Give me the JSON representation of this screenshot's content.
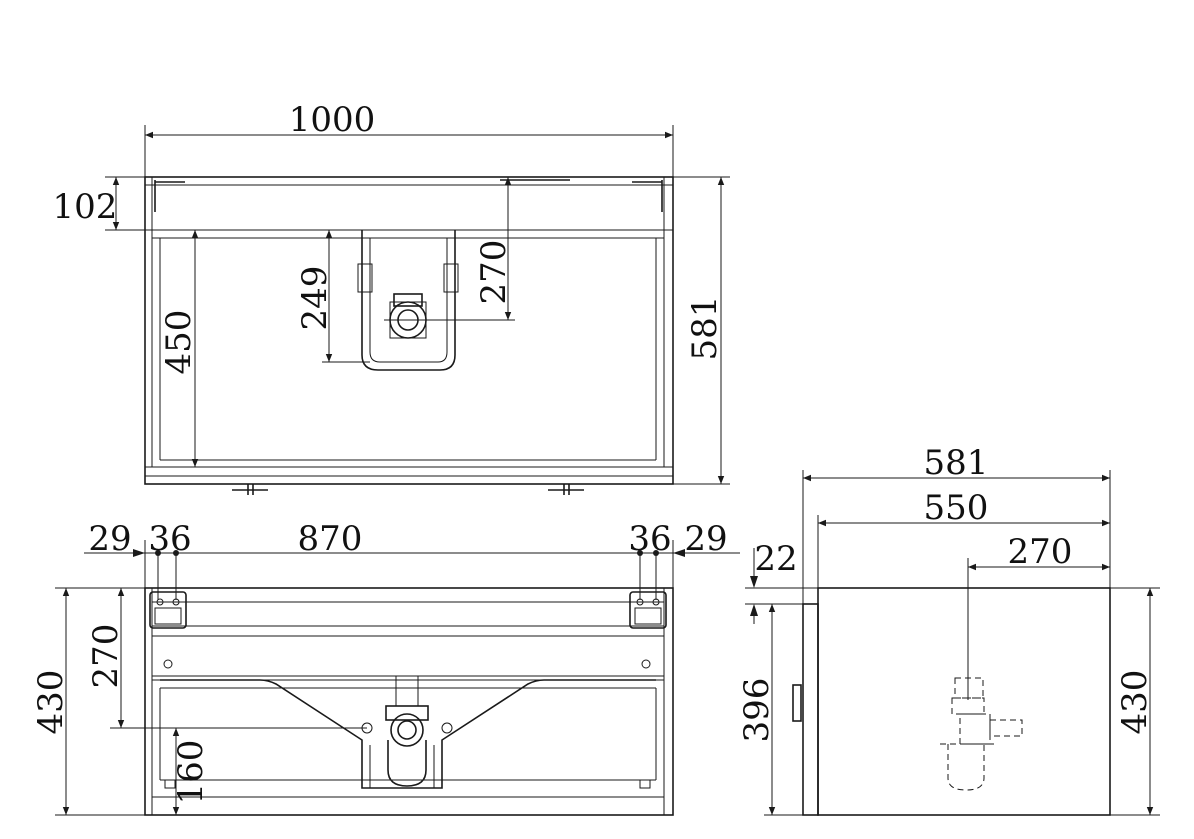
{
  "top_view": {
    "dims": {
      "width": "1000",
      "top_rail": "102",
      "inner_depth": "450",
      "drain_offset": "249",
      "drain_from_back": "270",
      "depth": "581"
    }
  },
  "front_view": {
    "dims": {
      "side_left": "29",
      "hinge_left": "36",
      "span": "870",
      "hinge_right": "36",
      "side_right": "29",
      "height": "430",
      "upper_height": "270",
      "lower_height": "160"
    }
  },
  "side_view": {
    "dims": {
      "depth": "581",
      "inner_depth": "550",
      "drain_depth": "270",
      "top_thickness": "22",
      "door_height": "396",
      "height": "430"
    }
  }
}
